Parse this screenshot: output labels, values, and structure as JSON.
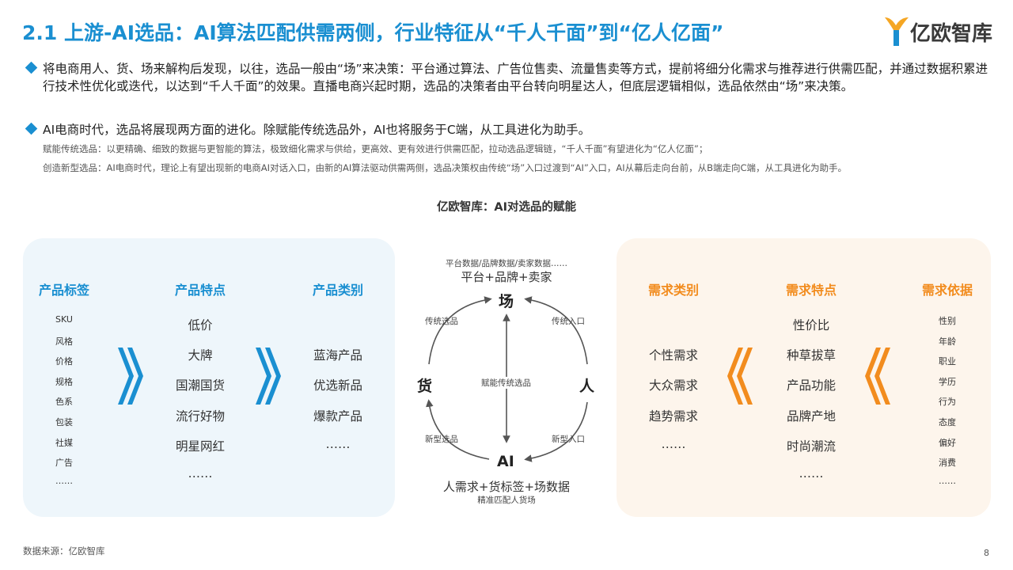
{
  "title": "2.1 上游-AI选品：AI算法匹配供需两侧，行业特征从“千人千面”到“亿人亿面”",
  "logo": {
    "text": "亿欧智库"
  },
  "bullets": [
    "将电商用人、货、场来解构后发现，以往，选品一般由“场”来决策：平台通过算法、广告位售卖、流量售卖等方式，提前将细分化需求与推荐进行供需匹配，并通过数据积累进行技术性优化或迭代，以达到“千人千面”的效果。直播电商兴起时期，选品的决策者由平台转向明星达人，但底层逻辑相似，选品依然由“场”来决策。",
    "AI电商时代，选品将展现两方面的进化。除赋能传统选品外，AI也将服务于C端，从工具进化为助手。"
  ],
  "sublines": [
    "赋能传统选品：以更精确、细致的数据与更智能的算法，极致细化需求与供给，更高效、更有效进行供需匹配，拉动选品逻辑链，“千人千面”有望进化为“亿人亿面”；",
    "创造新型选品：AI电商时代，理论上有望出现新的电商AI对话入口，由新的AI算法驱动供需两侧，选品决策权由传统“场”入口过渡到“AI”入口，AI从幕后走向台前，从B端走向C端，从工具进化为助手。"
  ],
  "figure_title": "亿欧智库：AI对选品的赋能",
  "left_panel": {
    "columns": [
      {
        "head": "产品标签",
        "items": [
          "SKU",
          "风格",
          "价格",
          "规格",
          "色系",
          "包装",
          "社媒",
          "广告",
          "……"
        ]
      },
      {
        "head": "产品特点",
        "items": [
          "低价",
          "大牌",
          "国潮国货",
          "流行好物",
          "明星网红",
          "……"
        ]
      },
      {
        "head": "产品类别",
        "items": [
          "蓝海产品",
          "优选新品",
          "爆款产品",
          "……"
        ]
      }
    ]
  },
  "right_panel": {
    "columns": [
      {
        "head": "需求类别",
        "items": [
          "个性需求",
          "大众需求",
          "趋势需求",
          "……"
        ]
      },
      {
        "head": "需求特点",
        "items": [
          "性价比",
          "种草拔草",
          "产品功能",
          "品牌产地",
          "时尚潮流",
          "……"
        ]
      },
      {
        "head": "需求依据",
        "items": [
          "性别",
          "年龄",
          "职业",
          "学历",
          "行为",
          "态度",
          "偏好",
          "消费",
          "……"
        ]
      }
    ]
  },
  "center": {
    "top_small": "平台数据/品牌数据/卖家数据……",
    "top_big": "平台+品牌+卖家",
    "node_top": "场",
    "node_left": "货",
    "node_right": "人",
    "node_bottom": "AI",
    "label_tl": "传统选品",
    "label_tr": "传统入口",
    "label_bl": "新型选品",
    "label_br": "新型入口",
    "label_center": "赋能传统选品",
    "bottom_big": "人需求+货标签+场数据",
    "bottom_small": "精准匹配人货场"
  },
  "colors": {
    "blue": "#1a8fd1",
    "orange": "#f28c1e",
    "left_bg": "#eef6fb",
    "right_bg": "#fdf5ec"
  },
  "footer": {
    "source": "数据来源：亿欧智库",
    "page": "8"
  }
}
